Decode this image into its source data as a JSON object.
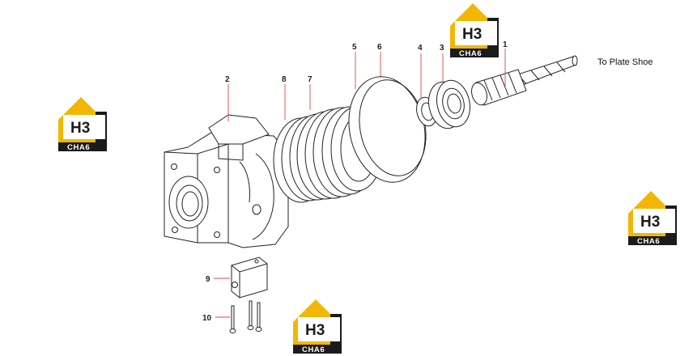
{
  "diagram": {
    "callouts": [
      {
        "id": "1",
        "label": "1"
      },
      {
        "id": "2",
        "label": "2"
      },
      {
        "id": "3",
        "label": "3"
      },
      {
        "id": "4",
        "label": "4"
      },
      {
        "id": "5",
        "label": "5"
      },
      {
        "id": "6",
        "label": "6"
      },
      {
        "id": "7",
        "label": "7"
      },
      {
        "id": "8",
        "label": "8"
      },
      {
        "id": "9",
        "label": "9"
      },
      {
        "id": "10",
        "label": "10"
      }
    ],
    "note": "To Plate Shoe"
  },
  "watermark": {
    "letters": "H3",
    "word": "CHA6",
    "colors": {
      "yellow": "#f2b705",
      "black": "#1b1b1b"
    }
  }
}
